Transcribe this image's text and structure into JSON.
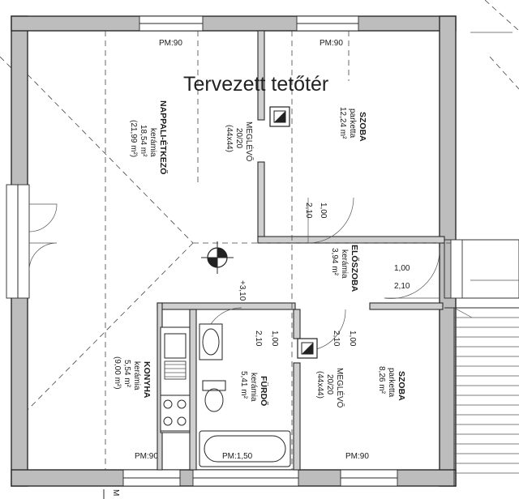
{
  "title": "Tervezett tetőtér",
  "windows": [
    "PM:90",
    "PM:90",
    "PM:90",
    "PM:90",
    "PM:1,50"
  ],
  "rooms": {
    "nappali": [
      "NAPPALI-ÉTKEZŐ",
      "kerámia",
      "18,54 m²",
      "(21,99 m²)"
    ],
    "szoba_top": [
      "SZOBA",
      "parketta",
      "12,24 m²"
    ],
    "eloszoba": [
      "ELŐSZOBA",
      "kerámia",
      "3,94 m²"
    ],
    "konyha": [
      "KONYHA",
      "kerámia",
      "5,54 m²",
      "(9,00 m²)"
    ],
    "furdo": [
      "FÜRDŐ",
      "kerámia",
      "5,41 m²"
    ],
    "szoba_bottom": [
      "SZOBA",
      "parketta",
      "8,26 m²"
    ]
  },
  "chimneys": {
    "top": [
      "MEGLÉVŐ",
      "20/20",
      "(44x44)"
    ],
    "bottom": [
      "MEGLÉVŐ",
      "20/20",
      "(44x44)"
    ]
  },
  "doors": {
    "szoba_top": [
      "2,10",
      "1,00"
    ],
    "entrance": [
      "1,00",
      "2,10"
    ],
    "furdo": [
      "1,00",
      "2,10"
    ],
    "szoba_bottom": [
      "1,00",
      "2,10"
    ]
  },
  "level_mark": "+3,10",
  "bottom_edge_text": "M"
}
